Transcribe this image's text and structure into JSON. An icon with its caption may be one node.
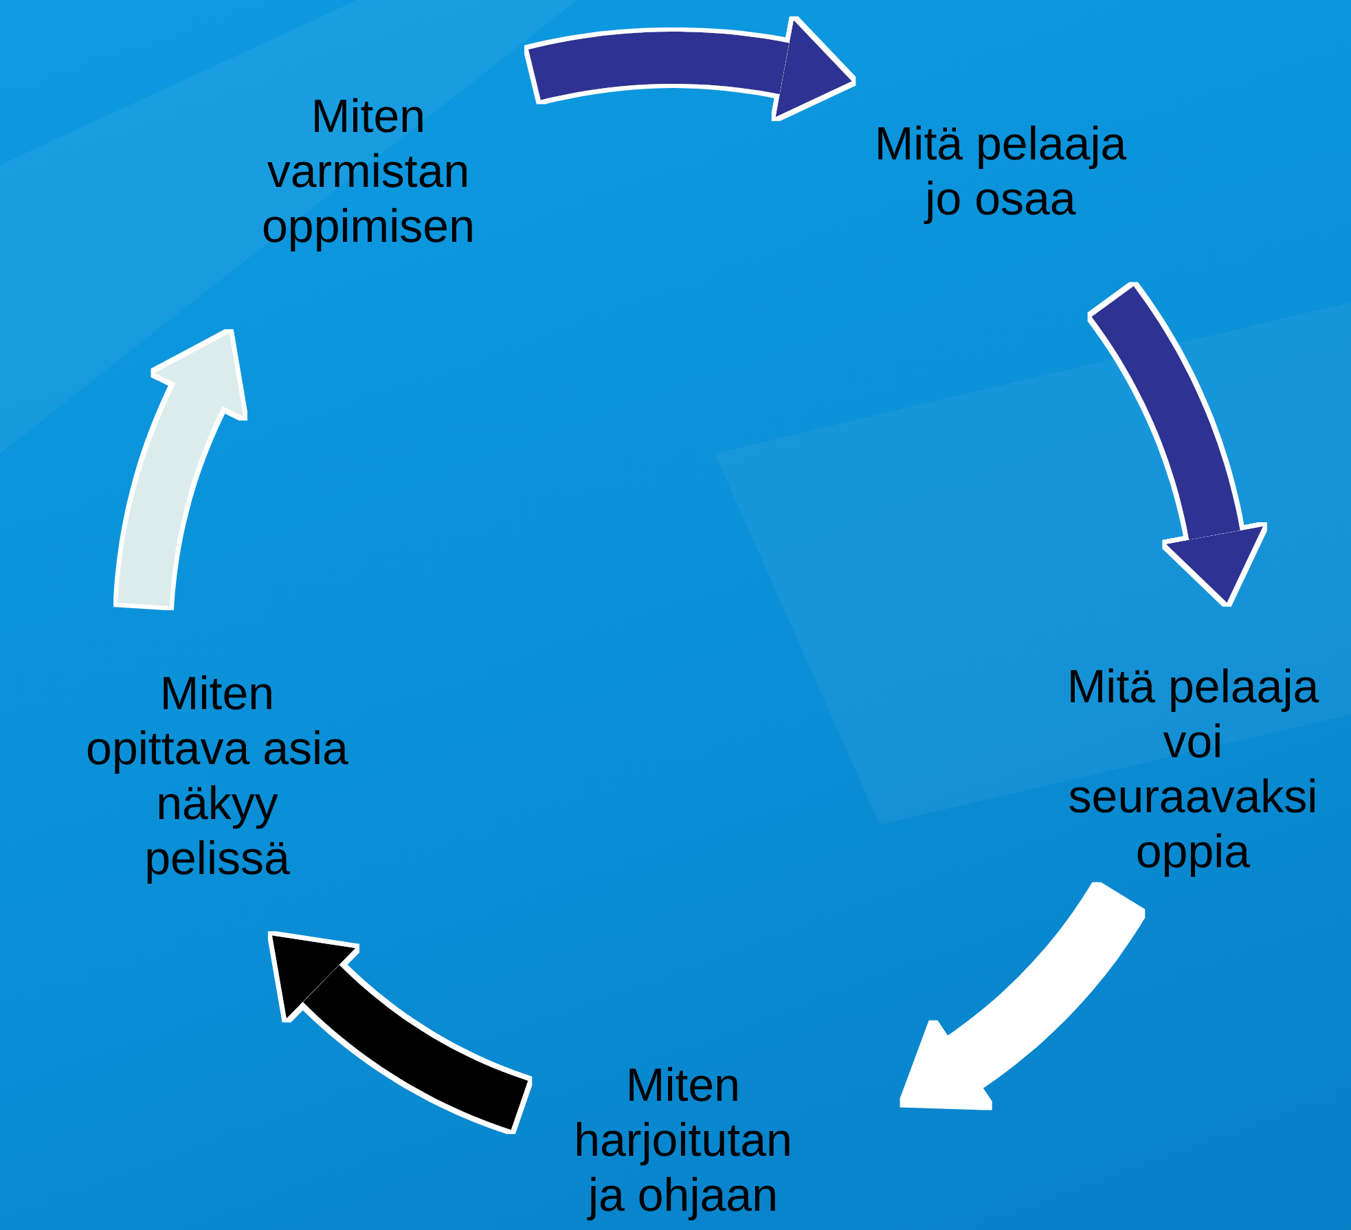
{
  "diagram": {
    "nodes": [
      {
        "text": [
          "Miten varmistan oppimisen"
        ]
      },
      {
        "text": [
          "Mitä pelaaja jo osaa"
        ]
      },
      {
        "text": [
          "Mitä pelaaja voi seuraavaksi oppia"
        ]
      },
      {
        "text": [
          "Miten harjoitutan ja ohjaan"
        ]
      },
      {
        "text": [
          "Miten opittava asia näkyy pelissä"
        ]
      }
    ],
    "edges": [
      {
        "from": 0,
        "to": 1,
        "arrow": "to",
        "color": "#2e3192"
      },
      {
        "from": 1,
        "to": 2,
        "arrow": "to",
        "color": "#2e3192"
      },
      {
        "from": 2,
        "to": 3,
        "arrow": "to",
        "color": "#ffffff"
      },
      {
        "from": 3,
        "to": 4,
        "arrow": "to",
        "color": "#000000"
      },
      {
        "from": 4,
        "to": 0,
        "arrow": "to",
        "color": "#dcecec"
      }
    ]
  }
}
